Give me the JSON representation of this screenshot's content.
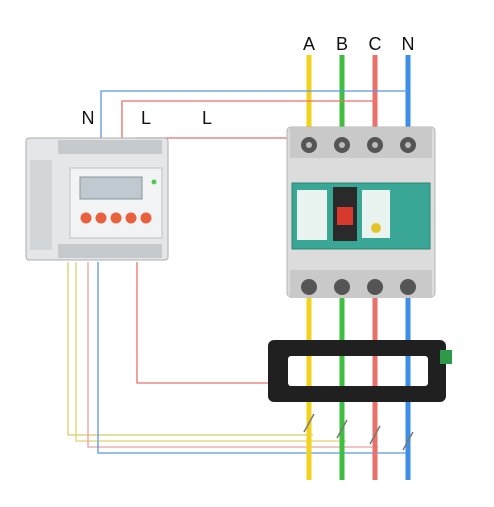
{
  "phase_labels": [
    "A",
    "B",
    "C",
    "N"
  ],
  "meter_terminal_labels": [
    "N",
    "L",
    "L"
  ],
  "colors": {
    "phase_a": "#f2d21b",
    "phase_b": "#3fbf3f",
    "phase_c": "#e8726a",
    "neutral": "#3d8ee6",
    "signal_wire": "#d8cc6a",
    "breaker_body": "#dcdcdc",
    "breaker_panel": "#3aa796",
    "meter_body": "#e4e6e8",
    "meter_buttons": "#e8603c",
    "ct_core": "#202020"
  }
}
